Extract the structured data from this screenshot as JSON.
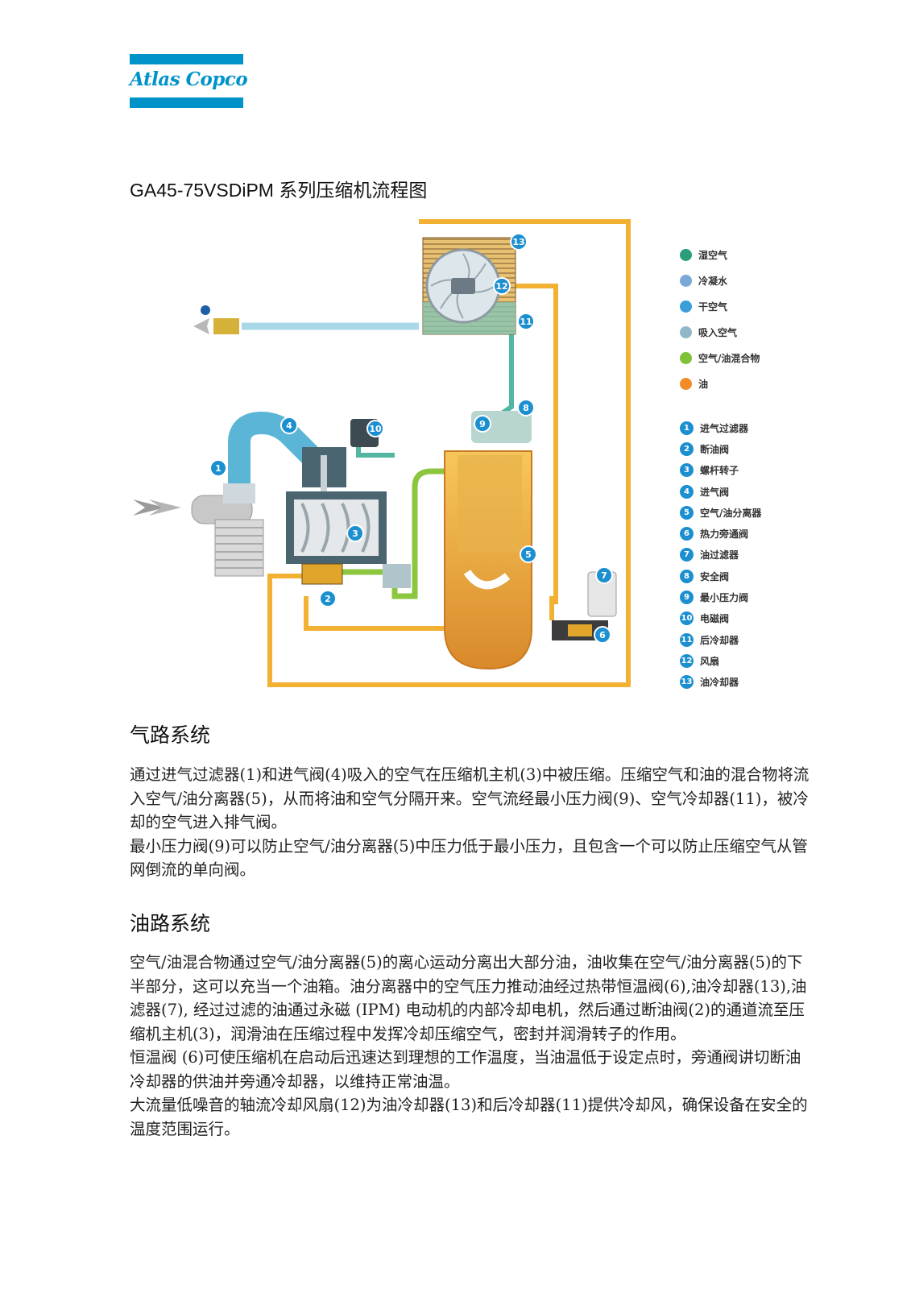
{
  "logo": {
    "text": "Atlas Copco",
    "color": "#0093c9"
  },
  "document": {
    "title": "GA45-75VSDiPM 系列压缩机流程图"
  },
  "legend": [
    {
      "label": "湿空气",
      "color": "#2a9d7a"
    },
    {
      "label": "冷凝水",
      "color": "#7aa8d8"
    },
    {
      "label": "干空气",
      "color": "#3a9fd8"
    },
    {
      "label": "吸入空气",
      "color": "#8fb7c8"
    },
    {
      "label": "空气/油混合物",
      "color": "#7fc23a"
    },
    {
      "label": "油",
      "color": "#f28c28"
    }
  ],
  "parts": [
    {
      "num": "1",
      "label": "进气过滤器"
    },
    {
      "num": "2",
      "label": "断油阀"
    },
    {
      "num": "3",
      "label": "螺杆转子"
    },
    {
      "num": "4",
      "label": "进气阀"
    },
    {
      "num": "5",
      "label": "空气/油分离器"
    },
    {
      "num": "6",
      "label": "热力旁通阀"
    },
    {
      "num": "7",
      "label": "油过滤器"
    },
    {
      "num": "8",
      "label": "安全阀"
    },
    {
      "num": "9",
      "label": "最小压力阀"
    },
    {
      "num": "10",
      "label": "电磁阀"
    },
    {
      "num": "11",
      "label": "后冷却器"
    },
    {
      "num": "12",
      "label": "风扇"
    },
    {
      "num": "13",
      "label": "油冷却器"
    }
  ],
  "sections": {
    "air": {
      "title": "气路系统",
      "paragraphs": [
        "通过进气过滤器(1)和进气阀(4)吸入的空气在压缩机主机(3)中被压缩。压缩空气和油的混合物将流入空气/油分离器(5)，从而将油和空气分隔开来。空气流经最小压力阀(9)、空气冷却器(11)，被冷却的空气进入排气阀。",
        "最小压力阀(9)可以防止空气/油分离器(5)中压力低于最小压力，且包含一个可以防止压缩空气从管网倒流的单向阀。"
      ]
    },
    "oil": {
      "title": "油路系统",
      "paragraphs": [
        "空气/油混合物通过空气/油分离器(5)的离心运动分离出大部分油，油收集在空气/油分离器(5)的下半部分，这可以充当一个油箱。油分离器中的空气压力推动油经过热带恒温阀(6),油冷却器(13),油滤器(7), 经过过滤的油通过永磁 (IPM) 电动机的内部冷却电机，然后通过断油阀(2)的通道流至压缩机主机(3)，润滑油在压缩过程中发挥冷却压缩空气，密封并润滑转子的作用。",
        "恒温阀 (6)可使压缩机在启动后迅速达到理想的工作温度，当油温低于设定点时，旁通阀讲切断油冷却器的供油并旁通冷却器，以维持正常油温。",
        "大流量低噪音的轴流冷却风扇(12)为油冷却器(13)和后冷却器(11)提供冷却风，确保设备在安全的温度范围运行。"
      ]
    }
  }
}
